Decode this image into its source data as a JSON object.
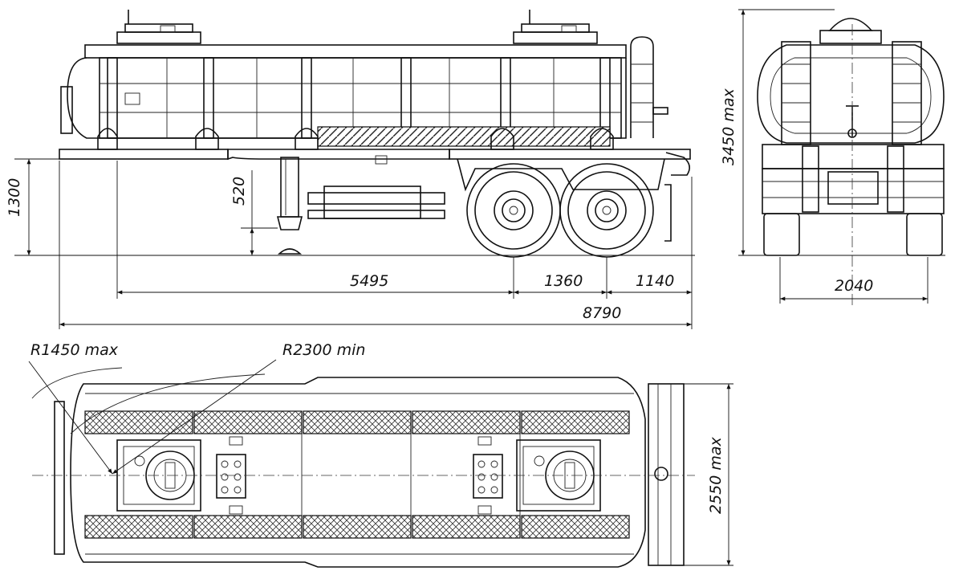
{
  "drawing": {
    "views": [
      "side-view",
      "front-view",
      "top-view"
    ],
    "colors": {
      "line": "#111111",
      "background": "#ffffff"
    }
  },
  "dimensions": {
    "height_1300": "1300",
    "height_520": "520",
    "length_5495": "5495",
    "length_1360": "1360",
    "length_1140": "1140",
    "length_8790": "8790",
    "height_3450_max": "3450 max",
    "width_2040": "2040",
    "radius_1450_max": "R1450  max",
    "radius_2300_min": "R2300 min",
    "width_2550_max": "2550 max"
  }
}
